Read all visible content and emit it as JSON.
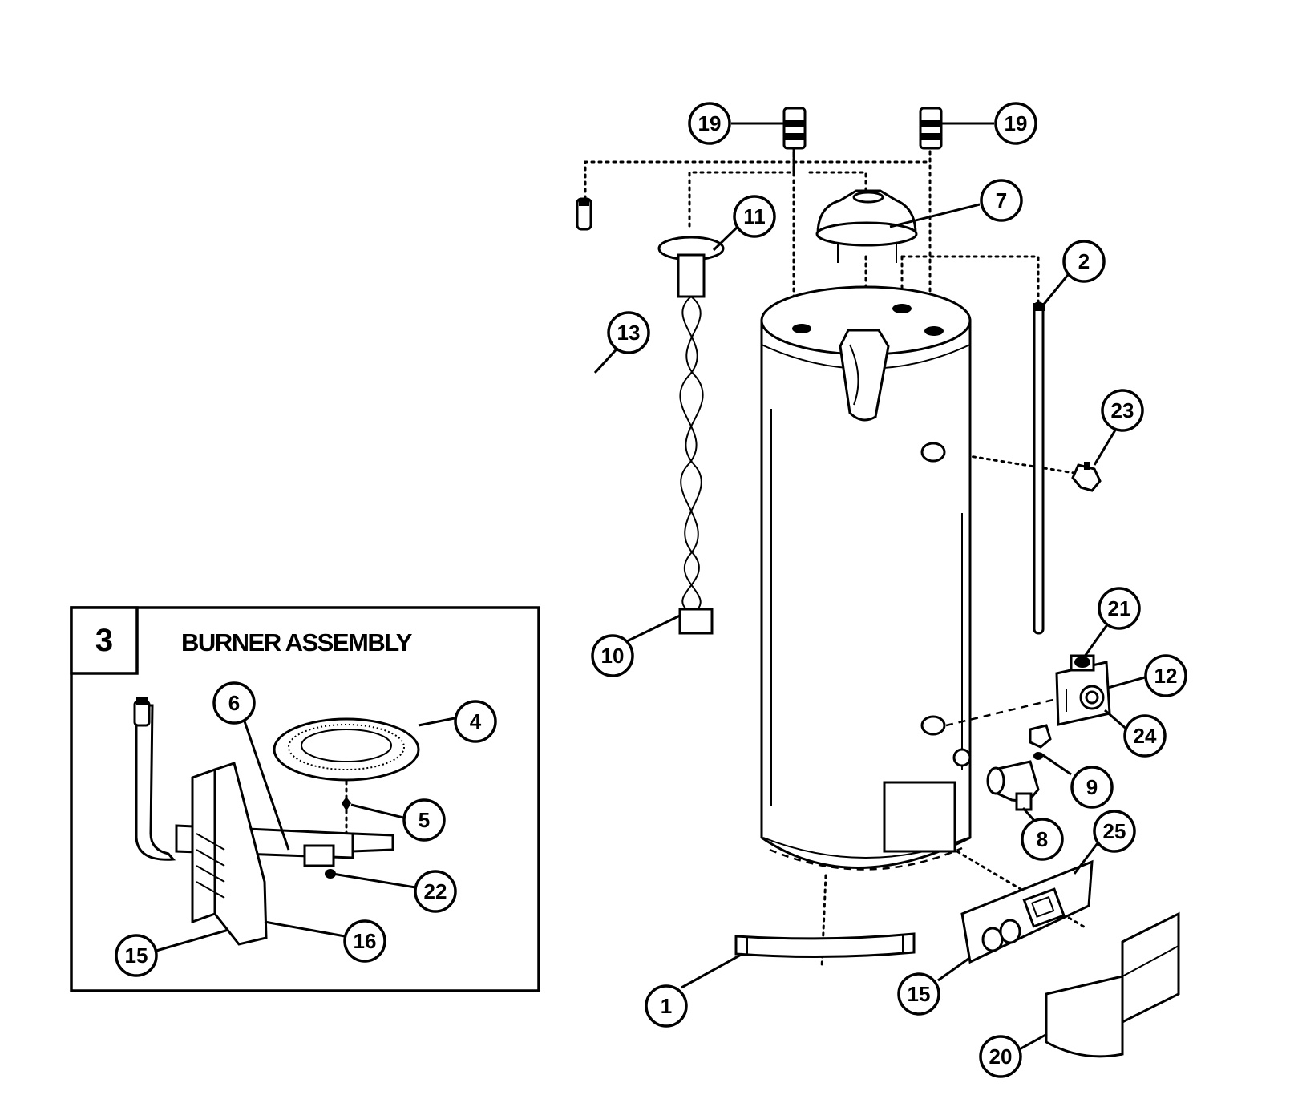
{
  "inset": {
    "number": "3",
    "title": "BURNER ASSEMBLY"
  },
  "callouts": {
    "c19a": "19",
    "c19b": "19",
    "c7": "7",
    "c11": "11",
    "c2": "2",
    "c13": "13",
    "c23": "23",
    "c21": "21",
    "c12": "12",
    "c24": "24",
    "c10": "10",
    "c9": "9",
    "c8": "8",
    "c25": "25",
    "c1": "1",
    "c15main": "15",
    "c20": "20",
    "c6": "6",
    "c4": "4",
    "c5": "5",
    "c22": "22",
    "c16": "16",
    "c15inset": "15"
  }
}
